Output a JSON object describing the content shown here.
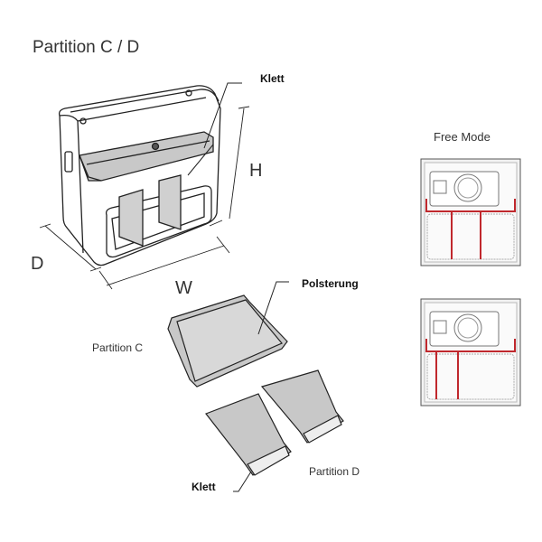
{
  "title": "Partition C / D",
  "labels": {
    "klett_top": "Klett",
    "height": "H",
    "depth": "D",
    "width": "W",
    "polsterung": "Polsterung",
    "partition_c": "Partition C",
    "partition_d": "Partition D",
    "klett_bottom": "Klett",
    "free_mode": "Free Mode"
  },
  "colors": {
    "accent": "#c0282d",
    "panel_fill": "#c8c8c8",
    "line": "#222222"
  }
}
